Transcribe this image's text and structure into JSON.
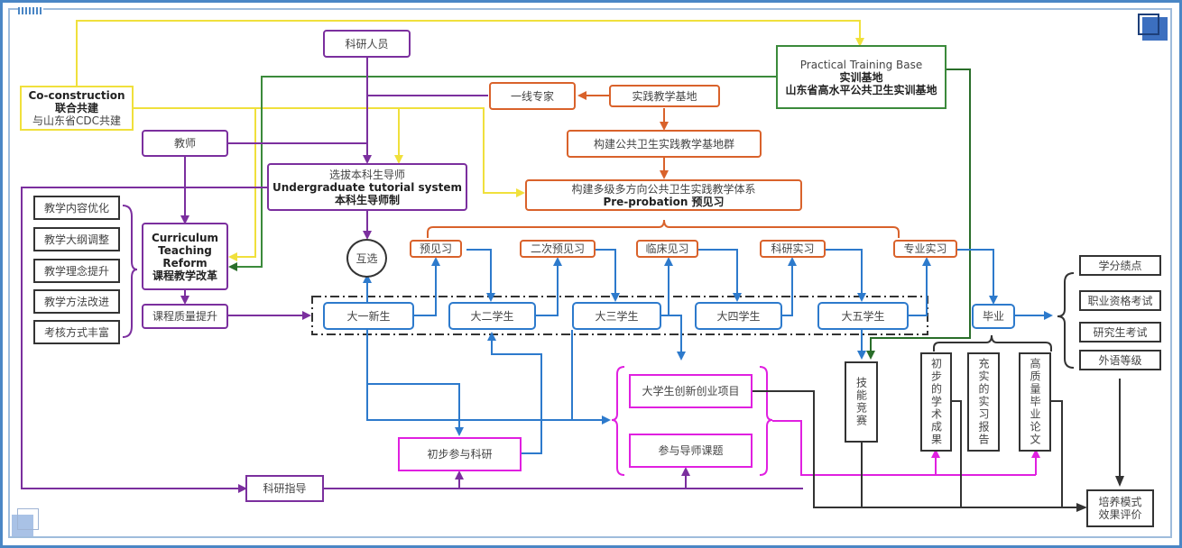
{
  "coconstruction": {
    "en": "Co-construction",
    "cn": "联合共建",
    "sub": "与山东省CDC共建"
  },
  "researchers": "科研人员",
  "teachers": "教师",
  "experts": "一线专家",
  "practice_base": "实践教学基地",
  "base_cluster": "构建公共卫生实践教学基地群",
  "practice_system": {
    "cn": "构建多级多方向公共卫生实践教学体系",
    "en": "Pre-probation 预见习"
  },
  "training_base": {
    "en": "Practical Training Base",
    "cn": "实训基地",
    "sub": "山东省高水平公共卫生实训基地"
  },
  "tutorial": {
    "cn": "选拔本科生导师",
    "en": "Undergraduate tutorial system",
    "cn2": "本科生导师制"
  },
  "mutual_selection": "互选",
  "curriculum": {
    "en1": "Curriculum",
    "en2": "Teaching",
    "en3": "Reform",
    "cn": "课程教学改革"
  },
  "quality": "课程质量提升",
  "reform_items": [
    "教学内容优化",
    "教学大纲调整",
    "教学理念提升",
    "教学方法改进",
    "考核方式丰富"
  ],
  "internships": [
    "预见习",
    "二次预见习",
    "临床见习",
    "科研实习",
    "专业实习"
  ],
  "students": [
    "大一新生",
    "大二学生",
    "大三学生",
    "大四学生",
    "大五学生"
  ],
  "graduation": "毕业",
  "graduation_outcomes": [
    "学分绩点",
    "职业资格考试",
    "研究生考试",
    "外语等级"
  ],
  "skills_competition": "技能竞赛",
  "achievements": [
    "初步的学术成果",
    "充实的实习报告",
    "高质量毕业论文"
  ],
  "innovation": "大学生创新创业项目",
  "tutor_project": "参与导师课题",
  "early_research": "初步参与科研",
  "research_guidance": "科研指导",
  "evaluation": {
    "l1": "培养模式",
    "l2": "效果评价"
  },
  "colors": {
    "purple": "#7b2f9e",
    "orange": "#d9622b",
    "blue": "#2d7acc",
    "green": "#3b8a3b",
    "yellow": "#f0e03c",
    "magenta": "#e020e0",
    "black": "#333333",
    "frame": "#4a86c5"
  }
}
